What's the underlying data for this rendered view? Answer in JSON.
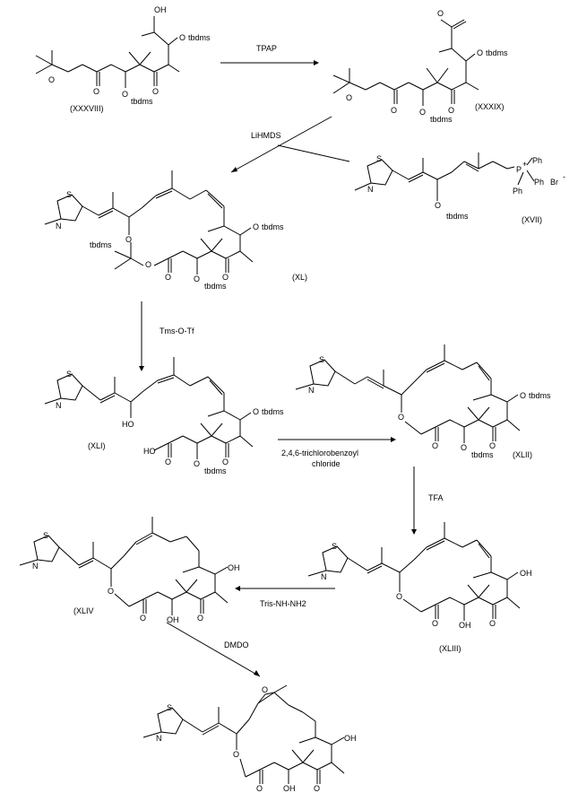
{
  "compounds": {
    "c38": "(XXXVIII)",
    "c39": "(XXXIX)",
    "c17": "(XVII)",
    "c40": "(XL)",
    "c41": "(XLI)",
    "c42": "(XLII)",
    "c43": "(XLIII)",
    "c44": "(XLIV"
  },
  "reagents": {
    "r1": "TPAP",
    "r2": "LiHMDS",
    "r3": "Tms-O-Tf",
    "r4a": "2,4,6-trichlorobenzoyl",
    "r4b": "chloride",
    "r5": "TFA",
    "r6": "Tris-NH-NH2",
    "r7": "DMDO"
  },
  "atoms": {
    "oh": "OH",
    "o": "O",
    "tbdms": "tbdms",
    "s": "S",
    "n": "N",
    "p": "P",
    "plus": "+",
    "ph": "Ph",
    "br": "Br",
    "minus": "-",
    "ho": "HO"
  }
}
